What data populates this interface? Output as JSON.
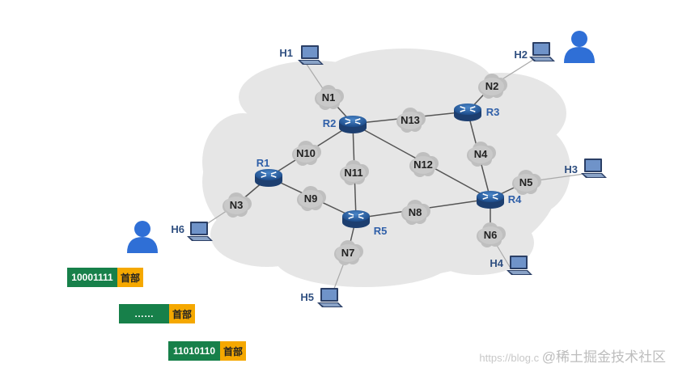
{
  "routers": [
    "R1",
    "R2",
    "R3",
    "R4",
    "R5"
  ],
  "networks": [
    "N1",
    "N2",
    "N3",
    "N4",
    "N5",
    "N6",
    "N7",
    "N8",
    "N9",
    "N10",
    "N11",
    "N12",
    "N13"
  ],
  "hosts": [
    "H1",
    "H2",
    "H3",
    "H4",
    "H5",
    "H6"
  ],
  "packets": [
    {
      "data": "10001111",
      "header": "首部"
    },
    {
      "data": "……",
      "header": "首部"
    },
    {
      "data": "11010110",
      "header": "首部"
    }
  ],
  "watermark": {
    "url": "https://blog.c",
    "brand": "@稀土掘金技术社区"
  },
  "colors": {
    "cloud": "#e6e6e6",
    "router": "#2f65a8",
    "user": "#2f6fd6",
    "data": "#17804a",
    "header": "#f5a800"
  }
}
